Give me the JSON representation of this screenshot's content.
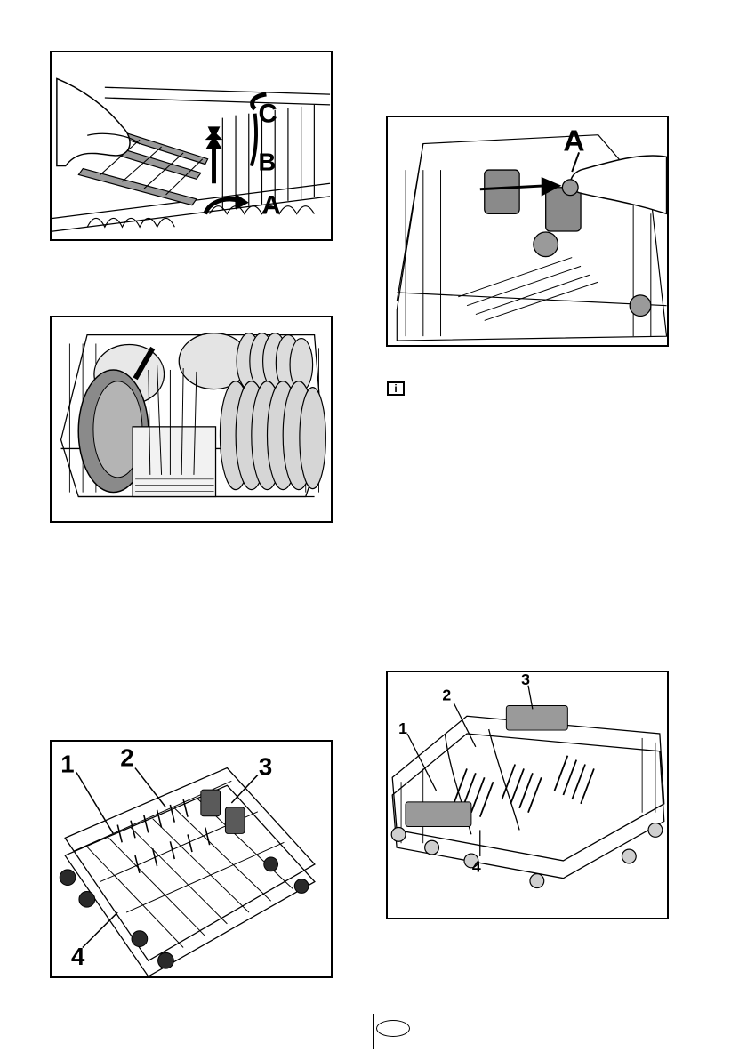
{
  "figures": {
    "fig1": {
      "label_a": "A",
      "label_b": "B",
      "label_c": "C"
    },
    "fig2": {},
    "fig3": {
      "label_a": "A"
    },
    "fig4": {
      "label_1": "1",
      "label_2": "2",
      "label_3": "3",
      "label_4": "4"
    },
    "fig5": {
      "label_1": "1",
      "label_2": "2",
      "label_3": "3",
      "label_4": "4"
    }
  },
  "info_icon": {
    "symbol": "i"
  },
  "footer": {
    "lang_badge": ""
  }
}
